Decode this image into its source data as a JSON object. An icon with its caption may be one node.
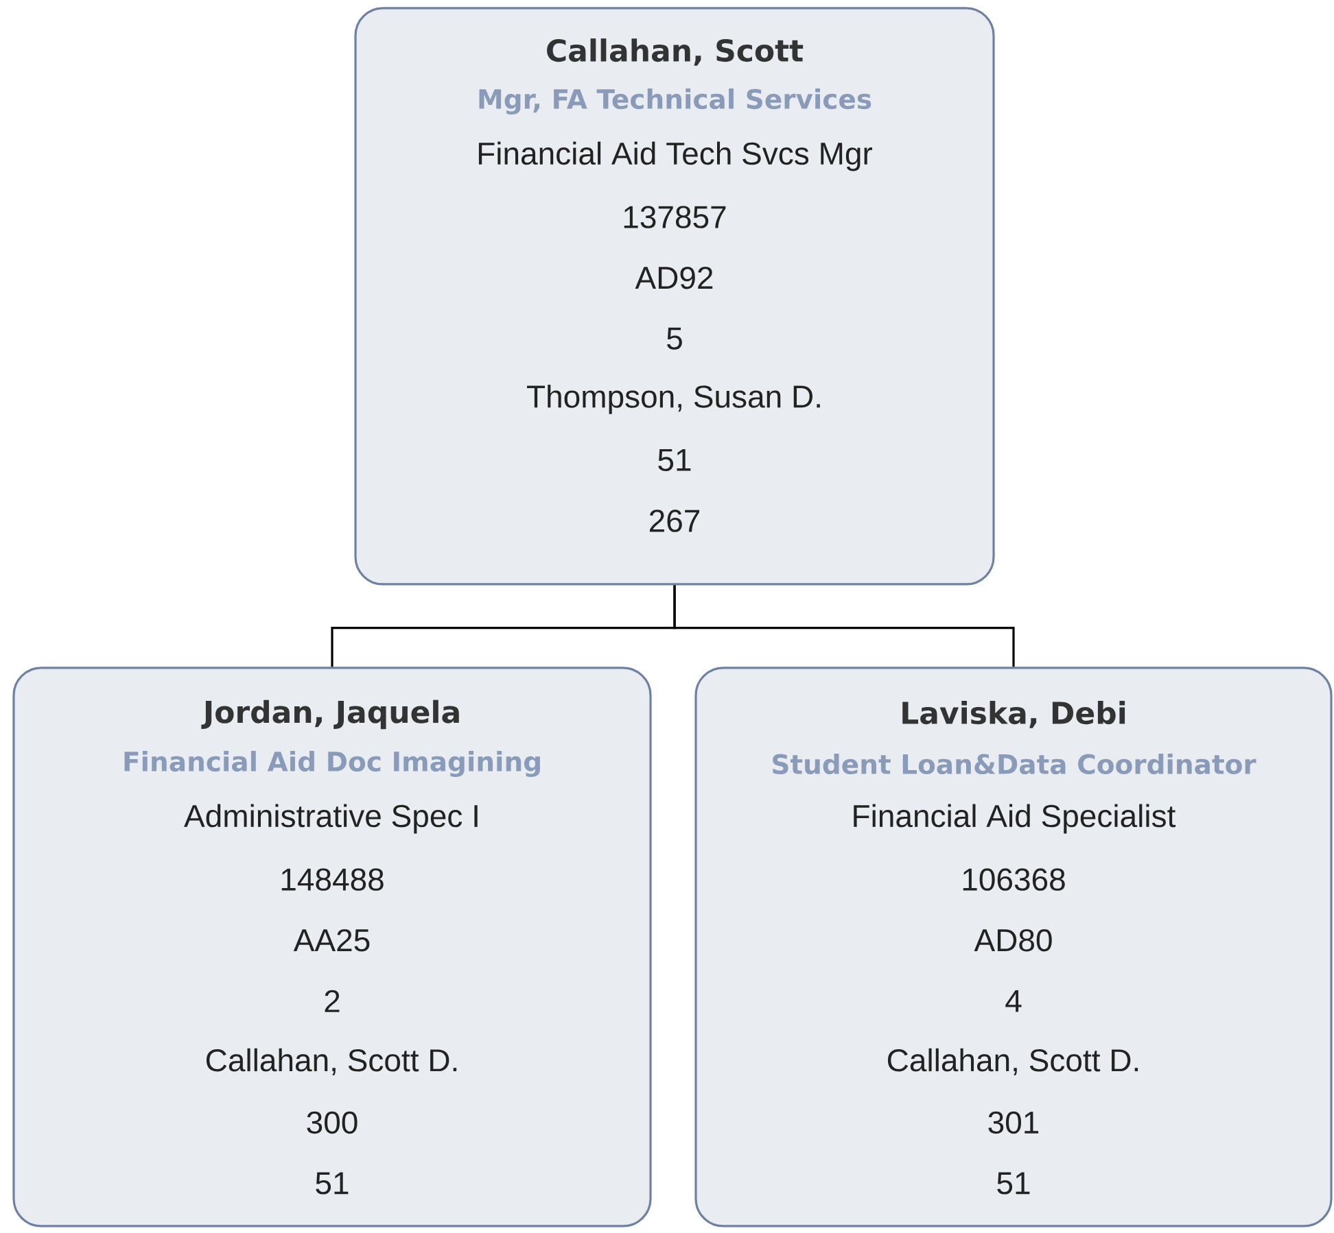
{
  "diagram": {
    "nodes": [
      {
        "text": [
          "Callahan, Scott",
          "Mgr, FA Technical Services",
          "Financial Aid Tech Svcs Mgr",
          "137857",
          "AD92",
          "5",
          "Thompson, Susan D.",
          "51",
          "267"
        ]
      },
      {
        "text": [
          "Jordan, Jaquela",
          "Financial Aid Doc Imagining",
          "Administrative Spec I",
          "148488",
          "AA25",
          "2",
          "Callahan, Scott D.",
          "300",
          "51"
        ]
      },
      {
        "text": [
          "Laviska, Debi",
          "Student Loan&Data Coordinator",
          "Financial Aid Specialist",
          "106368",
          "AD80",
          "4",
          "Callahan, Scott D.",
          "301",
          "51"
        ]
      }
    ],
    "edges": [
      {
        "from": 0,
        "to": 1,
        "arrow": "none"
      },
      {
        "from": 0,
        "to": 2,
        "arrow": "none"
      }
    ]
  }
}
